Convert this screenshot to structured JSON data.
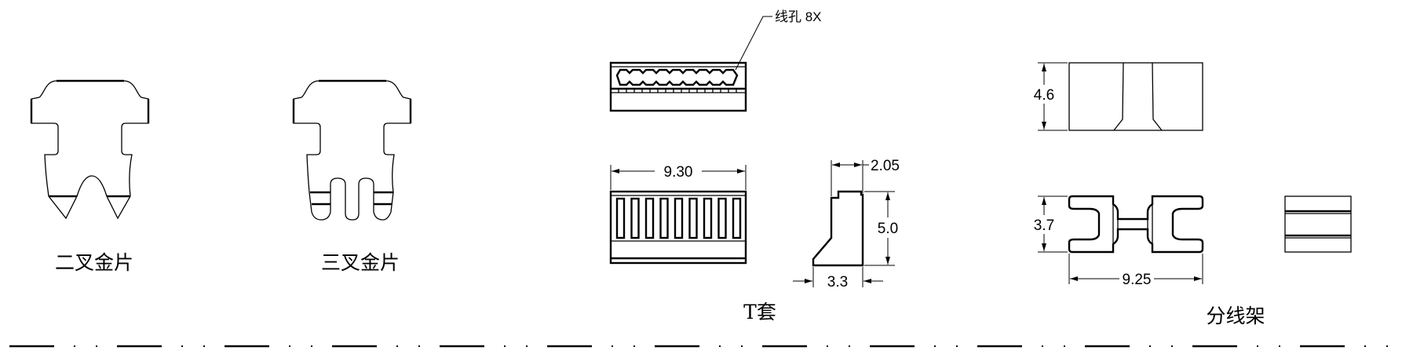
{
  "parts": {
    "two_fork_terminal": {
      "label": "二叉金片"
    },
    "three_fork_terminal": {
      "label": "三叉金片"
    },
    "t_housing": {
      "label": "T套",
      "hole_note": "线孔 8X",
      "width_dim": "9.30",
      "top_dim": "2.05",
      "height_dim": "5.0",
      "base_dim": "3.3"
    },
    "wire_splitter": {
      "label": "分线架",
      "height_dim": "4.6",
      "profile_dim": "3.7",
      "width_dim": "9.25"
    }
  },
  "colors": {
    "line": "#000000",
    "background": "#ffffff"
  }
}
